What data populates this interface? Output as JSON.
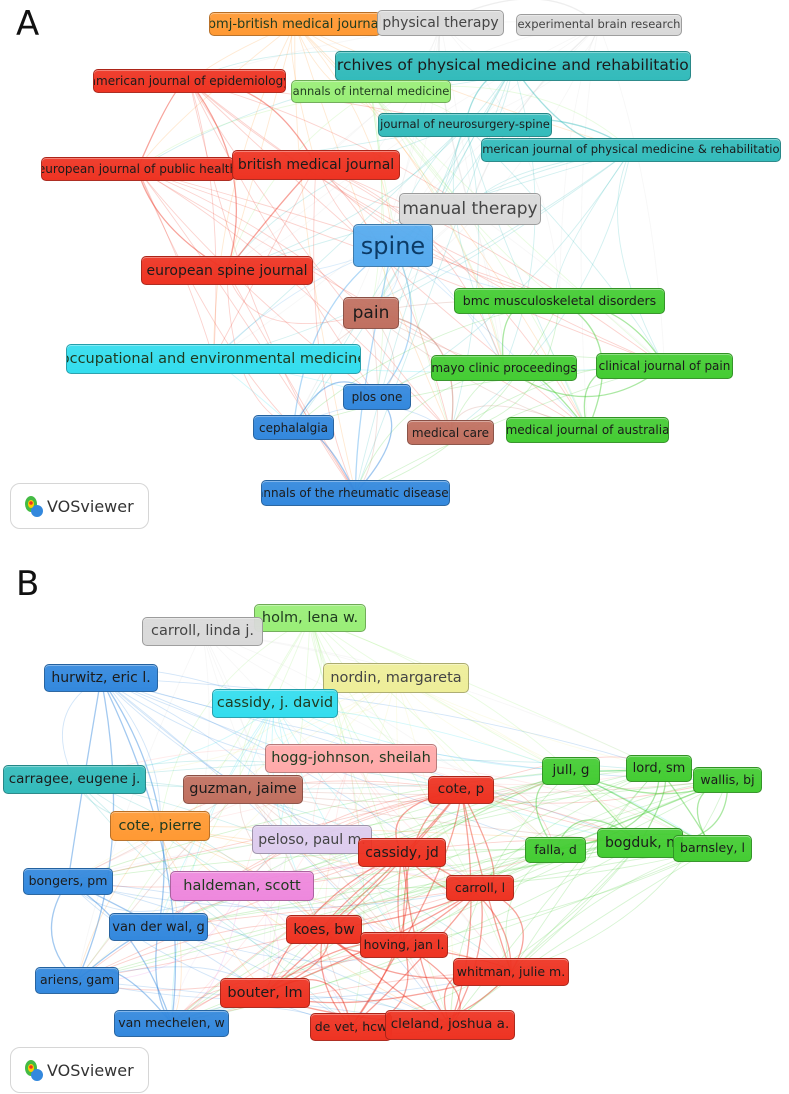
{
  "panel_a": {
    "letter": "A",
    "logo_label": "VOSviewer",
    "nodes": [
      {
        "id": "bmj-british-medical-journal",
        "label": "bmj-british medical journal",
        "color": "#ff9933",
        "cluster": "orange"
      },
      {
        "id": "physical-therapy",
        "label": "physical therapy",
        "color": "#d9d9d9",
        "cluster": "gray"
      },
      {
        "id": "experimental-brain-research",
        "label": "experimental brain research",
        "color": "#d9d9d9",
        "cluster": "gray"
      },
      {
        "id": "archives-of-physical-medicine-and-rehabilitation",
        "label": "archives of physical medicine and rehabilitation",
        "color": "#33bbbb",
        "cluster": "teal"
      },
      {
        "id": "american-journal-of-epidemiology",
        "label": "american journal of epidemiology",
        "color": "#ee3322",
        "cluster": "red"
      },
      {
        "id": "annals-of-internal-medicine",
        "label": "annals of internal medicine",
        "color": "#99ee77",
        "cluster": "lightgreen"
      },
      {
        "id": "journal-of-neurosurgery-spine",
        "label": "journal of neurosurgery-spine",
        "color": "#33bbbb",
        "cluster": "teal"
      },
      {
        "id": "american-journal-of-physical-medicine-rehabilitation",
        "label": "american journal of physical medicine & rehabilitation",
        "color": "#33bbbb",
        "cluster": "teal"
      },
      {
        "id": "european-journal-of-public-health",
        "label": "european journal of public health",
        "color": "#ee3322",
        "cluster": "red"
      },
      {
        "id": "british-medical-journal",
        "label": "british medical journal",
        "color": "#ee3322",
        "cluster": "red"
      },
      {
        "id": "manual-therapy",
        "label": "manual therapy",
        "color": "#d9d9d9",
        "cluster": "gray"
      },
      {
        "id": "spine",
        "label": "spine",
        "color": "#55aaee",
        "cluster": "blue"
      },
      {
        "id": "european-spine-journal",
        "label": "european spine journal",
        "color": "#ee3322",
        "cluster": "red"
      },
      {
        "id": "pain",
        "label": "pain",
        "color": "#c07060",
        "cluster": "brown"
      },
      {
        "id": "bmc-musculoskeletal-disorders",
        "label": "bmc musculoskeletal disorders",
        "color": "#44cc33",
        "cluster": "green"
      },
      {
        "id": "occupational-and-environmental-medicine",
        "label": "occupational and environmental medicine",
        "color": "#33ddee",
        "cluster": "cyan"
      },
      {
        "id": "mayo-clinic-proceedings",
        "label": "mayo clinic proceedings",
        "color": "#44cc33",
        "cluster": "green"
      },
      {
        "id": "clinical-journal-of-pain",
        "label": "clinical journal of pain",
        "color": "#44cc33",
        "cluster": "green"
      },
      {
        "id": "plos-one",
        "label": "plos one",
        "color": "#3388dd",
        "cluster": "blue"
      },
      {
        "id": "cephalalgia",
        "label": "cephalalgia",
        "color": "#3388dd",
        "cluster": "blue"
      },
      {
        "id": "medical-care",
        "label": "medical care",
        "color": "#c07060",
        "cluster": "brown"
      },
      {
        "id": "medical-journal-of-australia",
        "label": "medical journal of australia",
        "color": "#44cc33",
        "cluster": "green"
      },
      {
        "id": "annals-of-the-rheumatic-diseases",
        "label": "annals of the rheumatic diseases",
        "color": "#3388dd",
        "cluster": "blue"
      }
    ]
  },
  "panel_b": {
    "letter": "B",
    "logo_label": "VOSviewer",
    "nodes": [
      {
        "id": "holm-lena-w",
        "label": "holm, lena w.",
        "color": "#99ee77",
        "cluster": "lightgreen"
      },
      {
        "id": "carroll-linda-j",
        "label": "carroll, linda j.",
        "color": "#d9d9d9",
        "cluster": "gray"
      },
      {
        "id": "hurwitz-eric-l",
        "label": "hurwitz, eric l.",
        "color": "#3388dd",
        "cluster": "blue"
      },
      {
        "id": "nordin-margareta",
        "label": "nordin, margareta",
        "color": "#eeee99",
        "cluster": "yellow"
      },
      {
        "id": "cassidy-j-david",
        "label": "cassidy, j. david",
        "color": "#33ddee",
        "cluster": "cyan"
      },
      {
        "id": "hogg-johnson-sheilah",
        "label": "hogg-johnson, sheilah",
        "color": "#ffaaaa",
        "cluster": "pink"
      },
      {
        "id": "carragee-eugene-j",
        "label": "carragee, eugene j.",
        "color": "#33bbbb",
        "cluster": "teal"
      },
      {
        "id": "guzman-jaime",
        "label": "guzman, jaime",
        "color": "#c07060",
        "cluster": "brown"
      },
      {
        "id": "cote-p",
        "label": "cote, p",
        "color": "#ee3322",
        "cluster": "red"
      },
      {
        "id": "jull-g",
        "label": "jull, g",
        "color": "#44cc33",
        "cluster": "green"
      },
      {
        "id": "lord-sm",
        "label": "lord, sm",
        "color": "#44cc33",
        "cluster": "green"
      },
      {
        "id": "wallis-bj",
        "label": "wallis, bj",
        "color": "#44cc33",
        "cluster": "green"
      },
      {
        "id": "cote-pierre",
        "label": "cote, pierre",
        "color": "#ff9933",
        "cluster": "orange"
      },
      {
        "id": "peloso-paul-m",
        "label": "peloso, paul m.",
        "color": "#ddccee",
        "cluster": "lavender"
      },
      {
        "id": "cassidy-jd",
        "label": "cassidy, jd",
        "color": "#ee3322",
        "cluster": "red"
      },
      {
        "id": "bogduk-n",
        "label": "bogduk, n",
        "color": "#44cc33",
        "cluster": "green"
      },
      {
        "id": "falla-d",
        "label": "falla, d",
        "color": "#44cc33",
        "cluster": "green"
      },
      {
        "id": "barnsley-l",
        "label": "barnsley, l",
        "color": "#44cc33",
        "cluster": "green"
      },
      {
        "id": "bongers-pm",
        "label": "bongers, pm",
        "color": "#3388dd",
        "cluster": "blue"
      },
      {
        "id": "haldeman-scott",
        "label": "haldeman, scott",
        "color": "#ee88dd",
        "cluster": "magenta"
      },
      {
        "id": "carroll-l",
        "label": "carroll, l",
        "color": "#ee3322",
        "cluster": "red"
      },
      {
        "id": "van-der-wal-g",
        "label": "van der wal, g",
        "color": "#3388dd",
        "cluster": "blue"
      },
      {
        "id": "koes-bw",
        "label": "koes, bw",
        "color": "#ee3322",
        "cluster": "red"
      },
      {
        "id": "hoving-jan-l",
        "label": "hoving, jan l.",
        "color": "#ee3322",
        "cluster": "red"
      },
      {
        "id": "ariens-gam",
        "label": "ariens, gam",
        "color": "#3388dd",
        "cluster": "blue"
      },
      {
        "id": "whitman-julie-m",
        "label": "whitman, julie m.",
        "color": "#ee3322",
        "cluster": "red"
      },
      {
        "id": "bouter-lm",
        "label": "bouter, lm",
        "color": "#ee3322",
        "cluster": "red"
      },
      {
        "id": "van-mechelen-w",
        "label": "van mechelen, w",
        "color": "#3388dd",
        "cluster": "blue"
      },
      {
        "id": "de-vet-hcw",
        "label": "de vet, hcw",
        "color": "#ee3322",
        "cluster": "red"
      },
      {
        "id": "cleland-joshua-a",
        "label": "cleland, joshua a.",
        "color": "#ee3322",
        "cluster": "red"
      }
    ]
  }
}
